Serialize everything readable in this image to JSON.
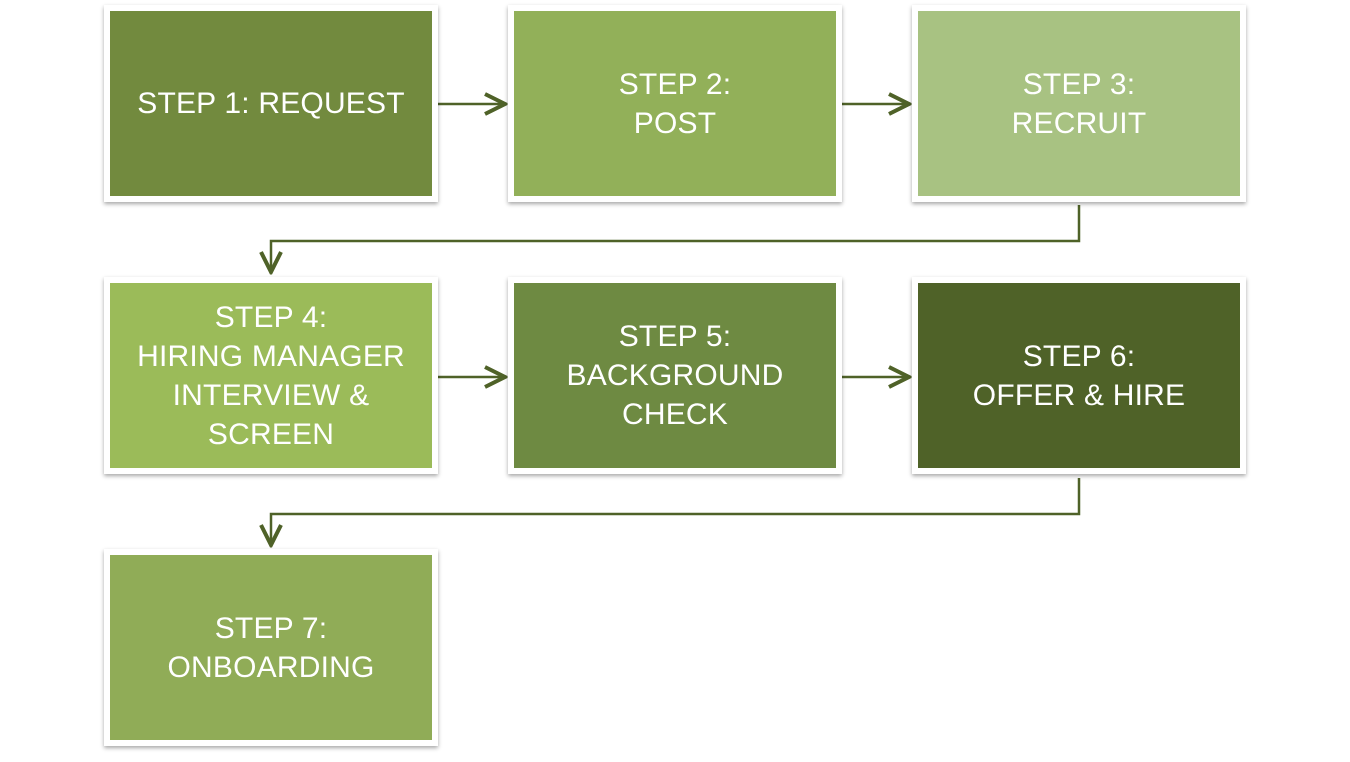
{
  "steps": [
    {
      "label": "STEP 1: REQUEST"
    },
    {
      "label": "STEP 2:\nPOST"
    },
    {
      "label": "STEP 3:\nRECRUIT"
    },
    {
      "label": "STEP 4:\nHIRING MANAGER\nINTERVIEW &\nSCREEN"
    },
    {
      "label": "STEP 5:\nBACKGROUND\nCHECK"
    },
    {
      "label": "STEP 6:\nOFFER & HIRE"
    },
    {
      "label": "STEP 7:\nONBOARDING"
    }
  ],
  "colors": {
    "step1": "#728a3e",
    "step2": "#92b059",
    "step3": "#a8c282",
    "step4": "#9bbb59",
    "step5": "#6e8a42",
    "step6": "#4f6228",
    "step7": "#90ac57",
    "connector": "#4f6228"
  }
}
